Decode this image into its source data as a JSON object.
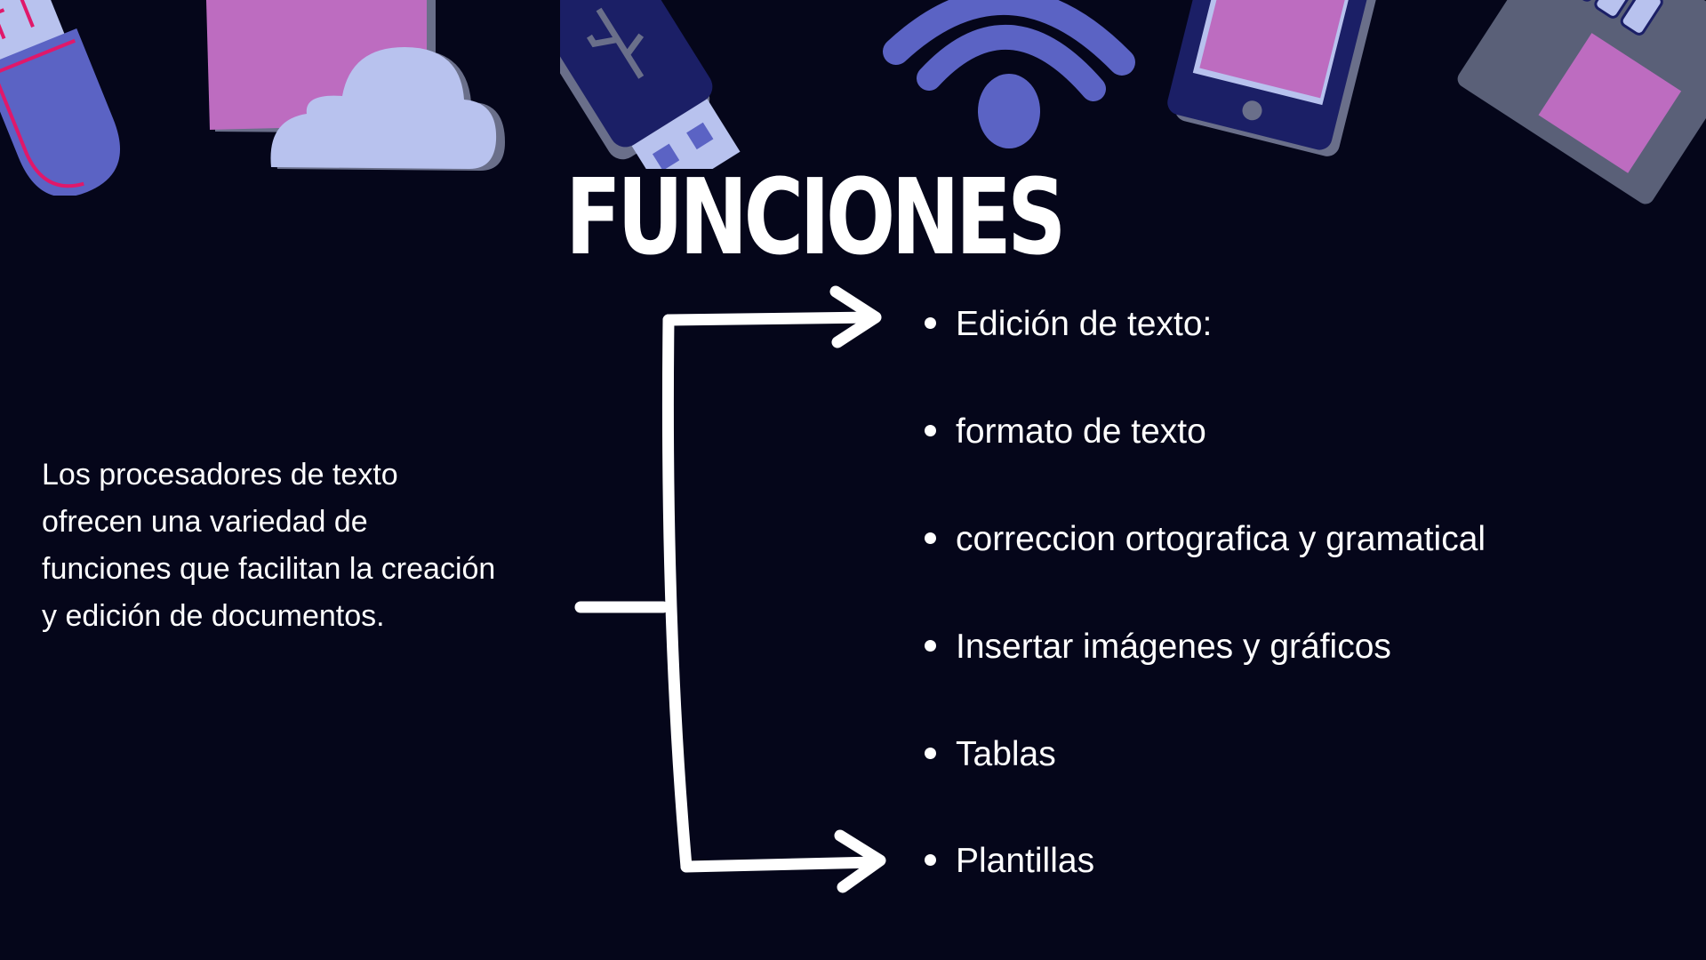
{
  "slide": {
    "title": "FUNCIONES",
    "intro_text": "Los procesadores de texto ofrecen una variedad de funciones que facilitan la creación y edición de documentos.",
    "functions": [
      {
        "label": "Edición de texto:"
      },
      {
        "label": "formato de texto"
      },
      {
        "label": "correccion ortografica y gramatical"
      },
      {
        "label": "Insertar imágenes y gráficos"
      },
      {
        "label": "Tablas"
      },
      {
        "label": "Plantillas"
      }
    ]
  },
  "decorations": [
    "usb-plug-icon",
    "folder-icon",
    "cloud-icon",
    "usb-flash-drive-icon",
    "wifi-icon",
    "tablet-icon",
    "sd-card-icon"
  ],
  "colors": {
    "background": "#05061a",
    "text": "#ffffff",
    "periwinkle": "#5b63c4",
    "lavender": "#b8c2ee",
    "pink": "#bd6cc0",
    "navy": "#1b1f66",
    "slate": "#5a6078",
    "magenta": "#e0186a"
  }
}
